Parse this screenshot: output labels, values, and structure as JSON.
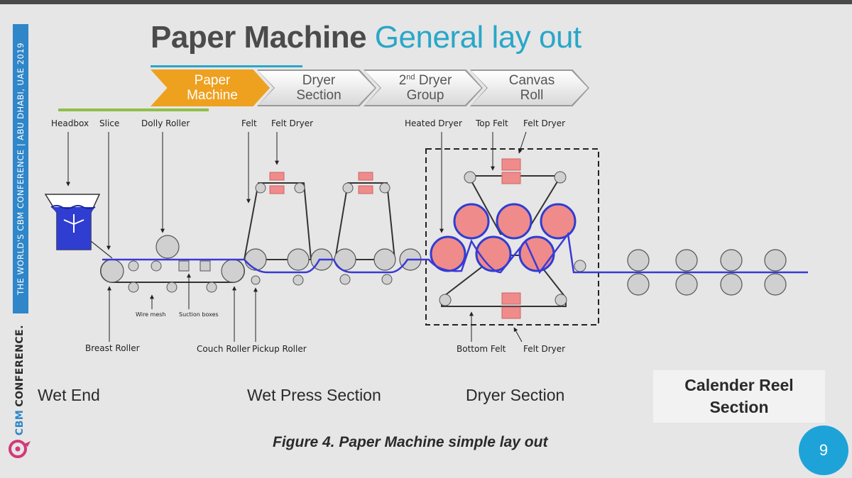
{
  "slide": {
    "title": "Paper Machine",
    "title_accent": "General lay out",
    "sidebar_text": "THE WORLD'S CBM CONFERENCE  |  ABU DHABI, UAE 2019",
    "brand_cbm": "CBM",
    "brand_conference": "CONFERENCE.",
    "page_number": "9",
    "colors": {
      "accent": "#29a7c9",
      "orange": "#eea01f",
      "sidebar": "#2f86c8",
      "green": "#8fbf4a",
      "page_badge": "#1ea3d9",
      "roller_red": "#ef8b8b",
      "water_blue": "#2f3dd1"
    }
  },
  "steps": [
    {
      "line1": "Paper",
      "line2": "Machine",
      "active": true
    },
    {
      "line1": "Dryer",
      "line2": "Section",
      "active": false
    },
    {
      "line1_num": "2",
      "line1_sup": "nd",
      "line1_rest": " Dryer",
      "line2": "Group",
      "active": false
    },
    {
      "line1": "Canvas",
      "line2": "Roll",
      "active": false
    }
  ],
  "diagram": {
    "labels": {
      "headbox": "Headbox",
      "slice": "Slice",
      "dolly_roller": "Dolly Roller",
      "felt": "Felt",
      "felt_dryer_top1": "Felt Dryer",
      "heated_dryer": "Heated Dryer",
      "top_felt": "Top Felt",
      "felt_dryer_top2": "Felt Dryer",
      "wire_mesh": "Wire mesh",
      "suction_boxes": "Suction boxes",
      "breast_roller": "Breast Roller",
      "couch_roller": "Couch Roller",
      "pickup_roller": "Pickup Roller",
      "bottom_felt": "Bottom Felt",
      "felt_dryer_bottom": "Felt Dryer"
    }
  },
  "sections": {
    "wet_end": "Wet End",
    "wet_press": "Wet Press Section",
    "dryer": "Dryer Section",
    "calender_line1": "Calender Reel",
    "calender_line2": "Section"
  },
  "caption": "Figure 4. Paper Machine simple lay out"
}
